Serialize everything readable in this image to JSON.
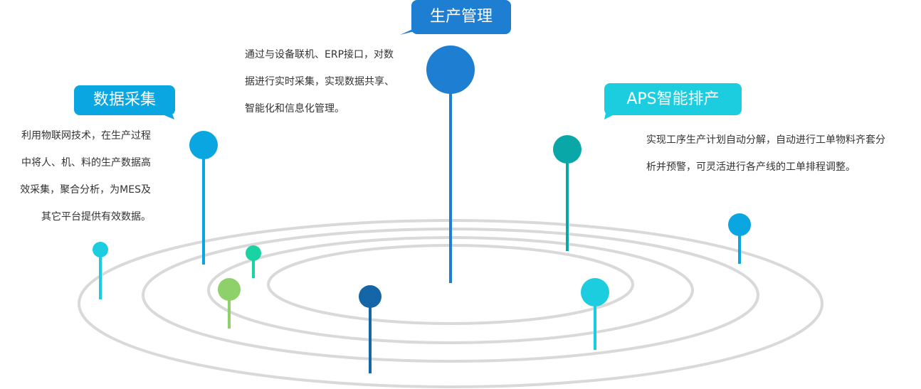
{
  "sections": {
    "production": {
      "title": "生产管理",
      "lines": [
        "通过与设备联机、ERP接口，对数",
        "据进行实时采集，实现数据共享、",
        "智能化和信息化管理。"
      ]
    },
    "collection": {
      "title": "数据采集",
      "lines": [
        "利用物联网技术，在生产过程",
        "中将人、机、料的生产数据高",
        "效采集，聚合分析，为MES及",
        "其它平台提供有效数据。"
      ]
    },
    "aps": {
      "title": "APS智能排产",
      "lines": [
        "实现工序生产计划自动分解，自动进行工单物料齐套分",
        "析并预警，可灵活进行各产线的工单排程调整。"
      ]
    }
  },
  "colors": {
    "ring": "#d9d9d9",
    "blue": "#1e7fd2",
    "sky": "#0aa6e1",
    "cyan": "#1ccde0",
    "teal": "#0aa7a8",
    "navy": "#1565a9",
    "mint": "#1ad3a2",
    "lime": "#8ed16a",
    "text": "#333333"
  }
}
